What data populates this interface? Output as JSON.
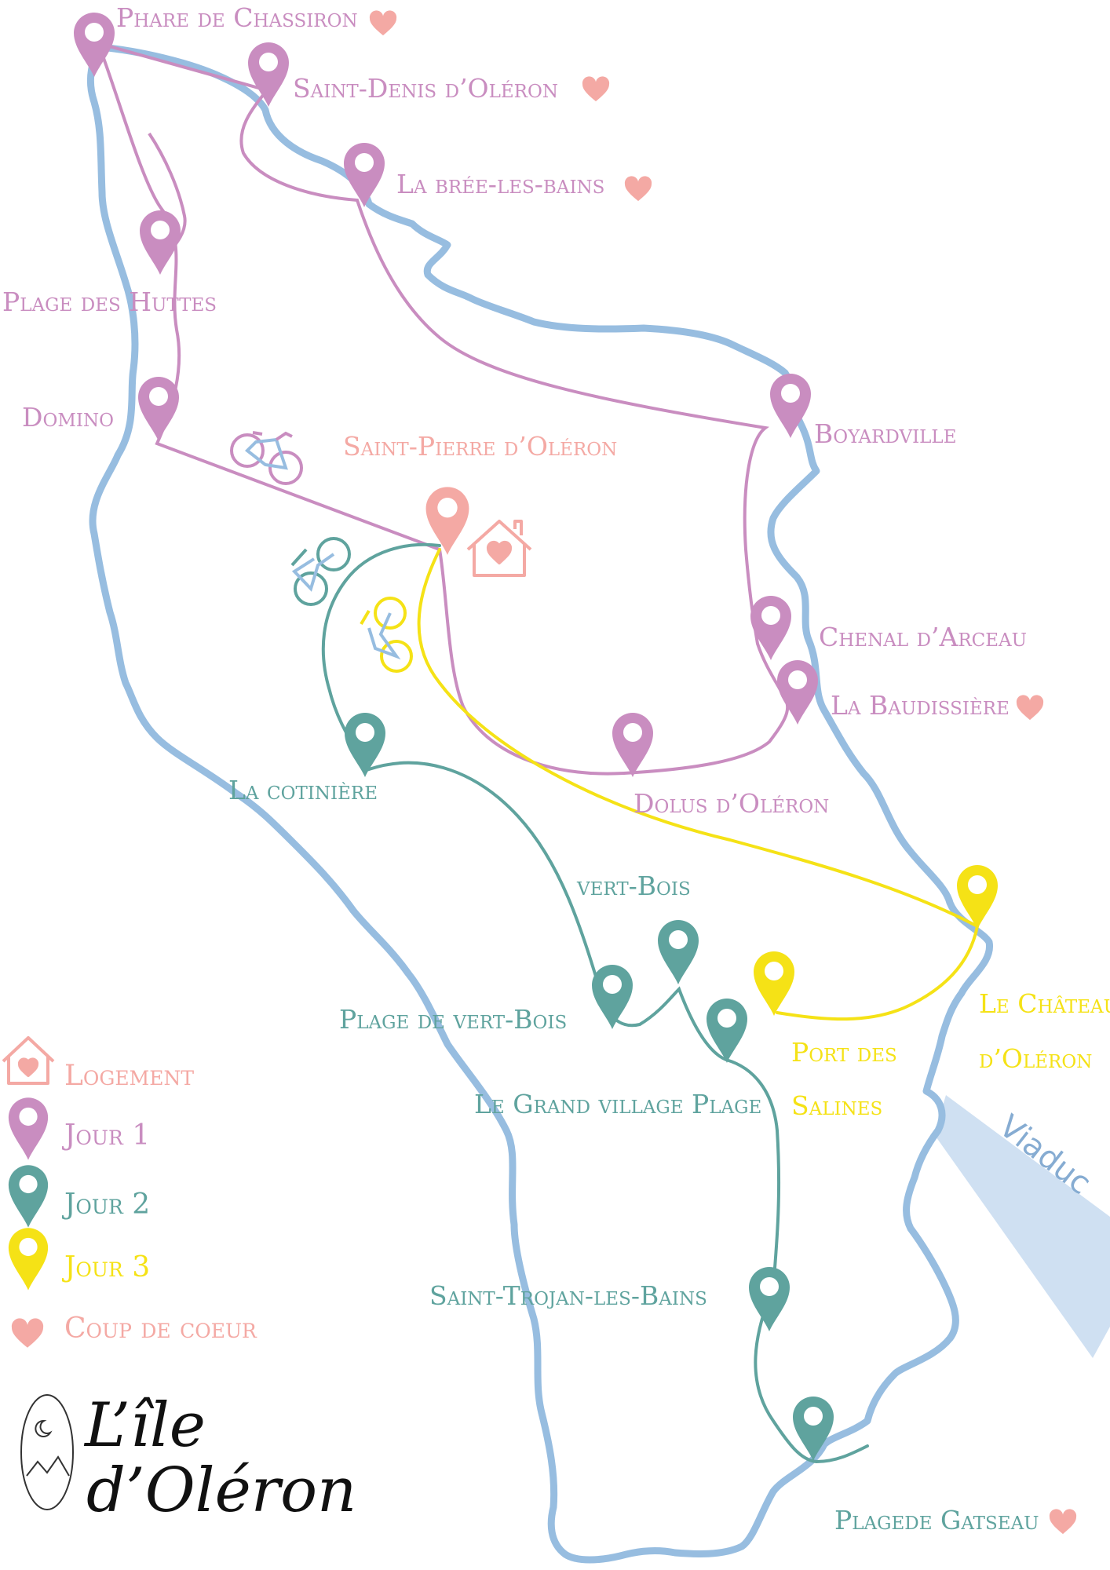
{
  "colors": {
    "coast": "#97bde0",
    "jour1": "#c98dc0",
    "jour2": "#5fa39e",
    "jour3": "#f5e216",
    "logement": "#f4a9a4",
    "heart": "#f4a9a4",
    "viaduc": "#cfe0f2"
  },
  "places": {
    "chassiron": "Phare de Chassiron",
    "saint_denis": "Saint-Denis d’Oléron",
    "la_bree": "La brée-les-bains",
    "plage_huttes": "Plage des Huttes",
    "domino": "Domino",
    "saint_pierre": "Saint-Pierre d’Oléron",
    "boyardville": "Boyardville",
    "chenal_arceau": "Chenal d’Arceau",
    "baudissiere": "La Baudissière",
    "dolus": "Dolus d’Oléron",
    "cotiniere": "La cotinière",
    "vert_bois": "vert-Bois",
    "plage_vert_bois": "Plage de vert-Bois",
    "grand_village": "Le Grand village Plage",
    "port_salines_1": "Port des",
    "port_salines_2": "Salines",
    "chateau_1": "Le Château",
    "chateau_2": "d’Oléron",
    "saint_trojan": "Saint-Trojan-les-Bains",
    "gatseau": "Plagede Gatseau"
  },
  "viaduc": "Viaduc",
  "legend": {
    "logement": "Logement",
    "jour1": "Jour 1",
    "jour2": "Jour 2",
    "jour3": "Jour 3",
    "coup_de_coeur": "Coup de coeur"
  },
  "title_line1": "L’île",
  "title_line2": "d’Oléron",
  "icons": {
    "pin": "map-pin-icon",
    "heart": "heart-icon",
    "house": "house-icon",
    "bicycle": "bicycle-icon"
  }
}
